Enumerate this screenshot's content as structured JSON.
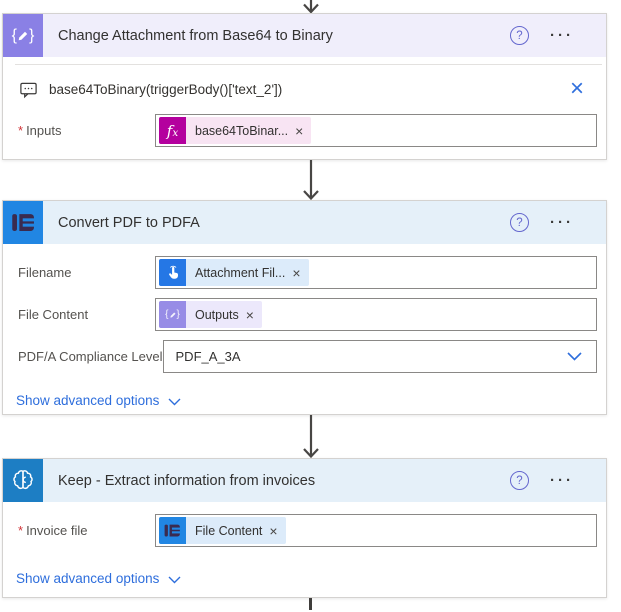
{
  "icons": {
    "brace_l": "{",
    "brace_r": "}",
    "fx_f": "f",
    "fx_x": "x",
    "help": "?",
    "menu": "···",
    "close": "×",
    "remove": "×"
  },
  "colors": {
    "data_operation_purple": "#8a80e5",
    "lavender_header": "#f0eefb",
    "blue_header": "#e5f0f9",
    "encodian_blue": "#2186e3",
    "keep_blue": "#1d7ec4",
    "fx_magenta": "#b4009e",
    "link_blue": "#2e6edc",
    "arrow_gray": "#484644"
  },
  "cards": [
    {
      "title": "Change Attachment from Base64 to Binary",
      "expression": "base64ToBinary(triggerBody()['text_2'])",
      "fields": [
        {
          "label": "Inputs",
          "required": "*",
          "pill_text": "base64ToBinar..."
        }
      ]
    },
    {
      "title": "Convert PDF to PDFA",
      "fields": [
        {
          "label": "Filename",
          "pill_text": "Attachment Fil..."
        },
        {
          "label": "File Content",
          "pill_text": "Outputs"
        },
        {
          "label": "PDF/A Compliance Level",
          "value": "PDF_A_3A"
        }
      ],
      "advanced_link": "Show advanced options"
    },
    {
      "title": "Keep - Extract information from invoices",
      "fields": [
        {
          "label": "Invoice file",
          "required": "*",
          "pill_text": "File Content"
        }
      ],
      "advanced_link": "Show advanced options"
    }
  ]
}
